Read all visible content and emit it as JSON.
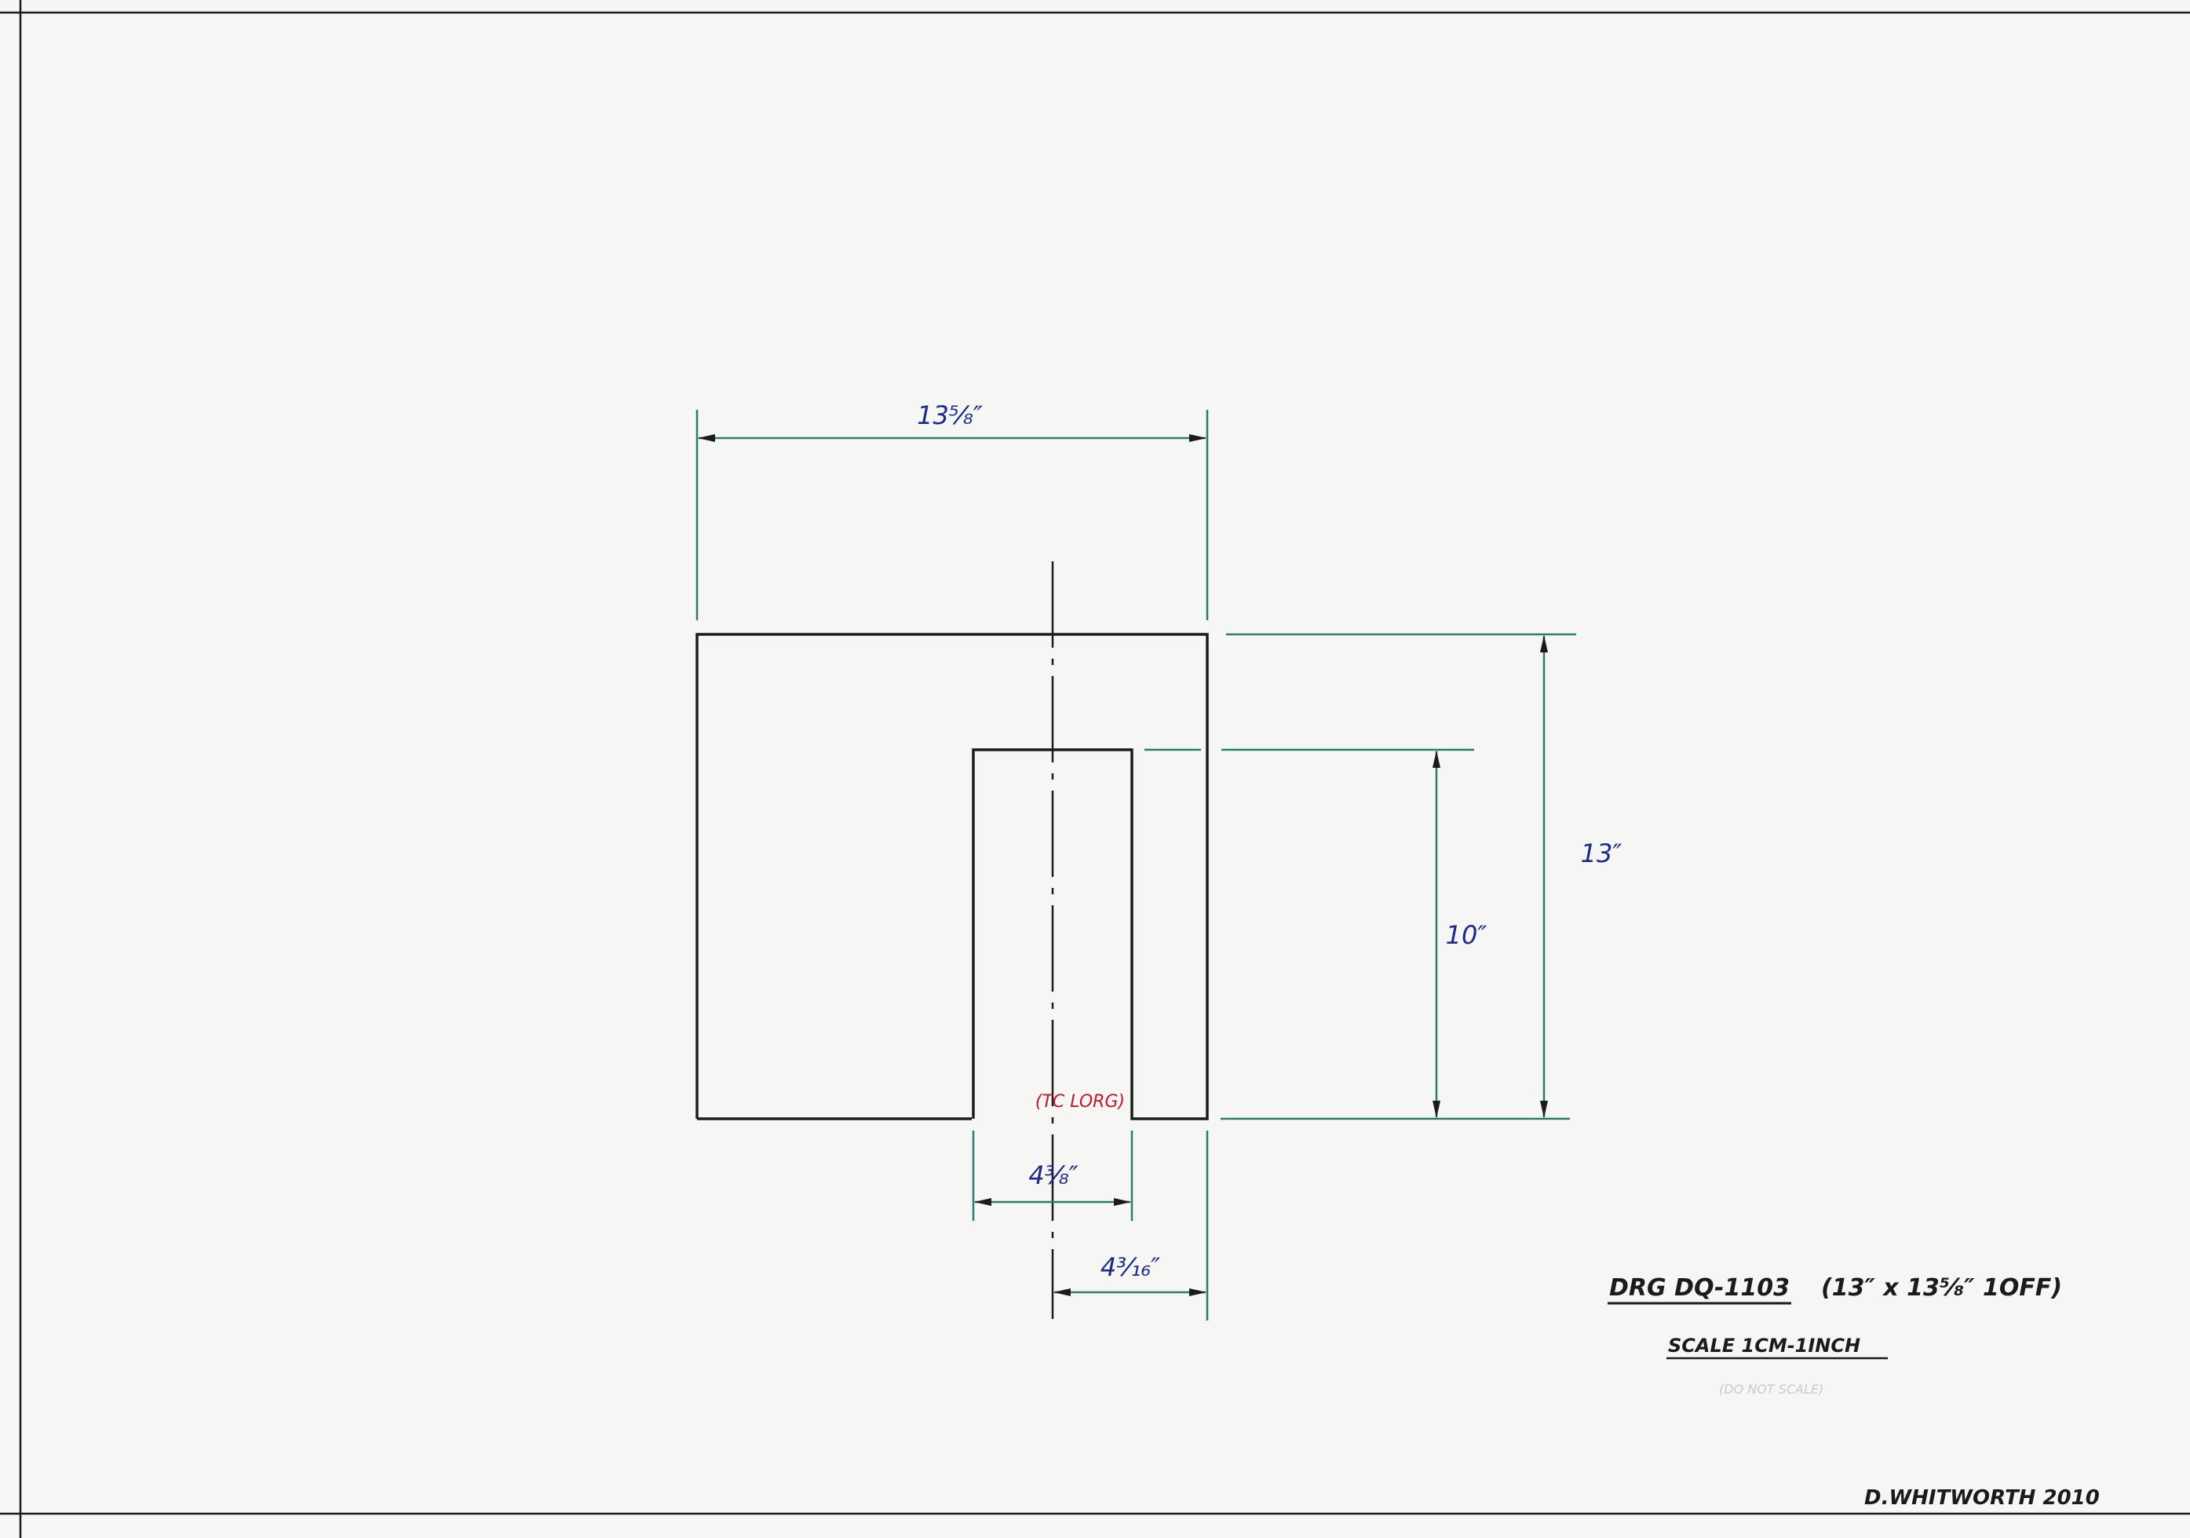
{
  "drawing": {
    "colors": {
      "paper": "#f6f6f4",
      "outline": "#1b1b1b",
      "dimension_line": "#2e7d6b",
      "dimension_text": "#1a2a8a",
      "note_text": "#c0182c",
      "title_text": "#1b1b1b",
      "faint_text": "#c9c9c9"
    },
    "dimensions": {
      "overall_width": "13⁵⁄₈″",
      "overall_height": "13″",
      "slot_depth": "10″",
      "slot_width": "4³⁄₈″",
      "offset_to_centre": "4³⁄₁₆″"
    },
    "note": "(TC LORG)",
    "title_block": {
      "drawing_number": "DRG DQ-1103",
      "size_spec": "(13″ x 13⁵⁄₈″  1OFF)",
      "scale": "SCALE 1CM-1INCH",
      "faint_note": "(DO NOT SCALE)",
      "author": "D.WHITWORTH 2010"
    }
  }
}
